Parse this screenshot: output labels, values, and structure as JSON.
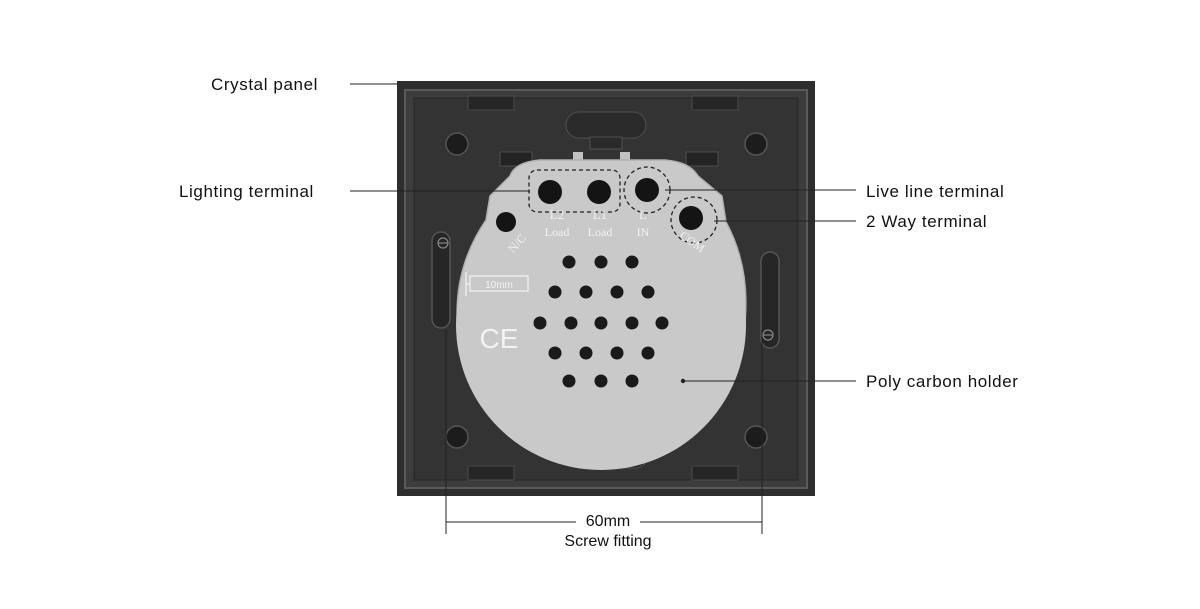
{
  "callouts": {
    "crystal_panel": "Crystal panel",
    "lighting_terminal": "Lighting terminal",
    "live_line_terminal": "Live line terminal",
    "two_way_terminal": "2 Way terminal",
    "poly_carbon_holder": "Poly carbon holder"
  },
  "dimension": {
    "value": "60mm",
    "caption": "Screw fitting"
  },
  "module_markings": {
    "l2": "L2",
    "l1": "L1",
    "l": "L",
    "load_left": "Load",
    "load_right": "Load",
    "in": "IN",
    "com": "COM",
    "nc": "N/C",
    "scale": "10mm",
    "ce": "CE"
  },
  "colors": {
    "panel_dark": "#2b2b2b",
    "panel_frame": "#3a3a3a",
    "holder_grey": "#c9c9c9",
    "terminal_hole": "#141414",
    "line": "#111111"
  }
}
